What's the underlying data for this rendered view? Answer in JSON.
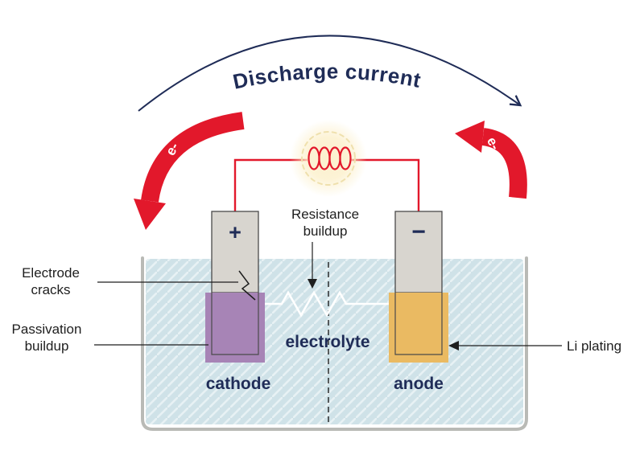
{
  "diagram": {
    "arc_title": "Discharge current",
    "electron_left": "e-",
    "electron_right": "e-",
    "labels": {
      "resistance_line1": "Resistance",
      "resistance_line2": "buildup",
      "electrode_cracks_line1": "Electrode",
      "electrode_cracks_line2": "cracks",
      "passivation_line1": "Passivation",
      "passivation_line2": "buildup",
      "li_plating": "Li plating",
      "electrolyte": "electrolyte",
      "cathode": "cathode",
      "anode": "anode",
      "plus": "+",
      "minus": "−"
    },
    "icons": {
      "coil": "inductor-coil-icon",
      "left_arrow": "electron-flow-arrow",
      "right_arrow": "electron-flow-arrow"
    },
    "colors": {
      "navy": "#1f2c57",
      "red": "#e2182b",
      "electrolyte_fill": "#cfe2e8",
      "cathode_fill": "#a784b6",
      "anode_fill": "#eaba62",
      "electrode_gray": "#d8d5cf",
      "tank_border": "#b9bab6",
      "glow": "#fcf0cb",
      "glow_ring": "#efe0ad",
      "white": "#ffffff",
      "label_text": "#1e1e1e"
    }
  }
}
